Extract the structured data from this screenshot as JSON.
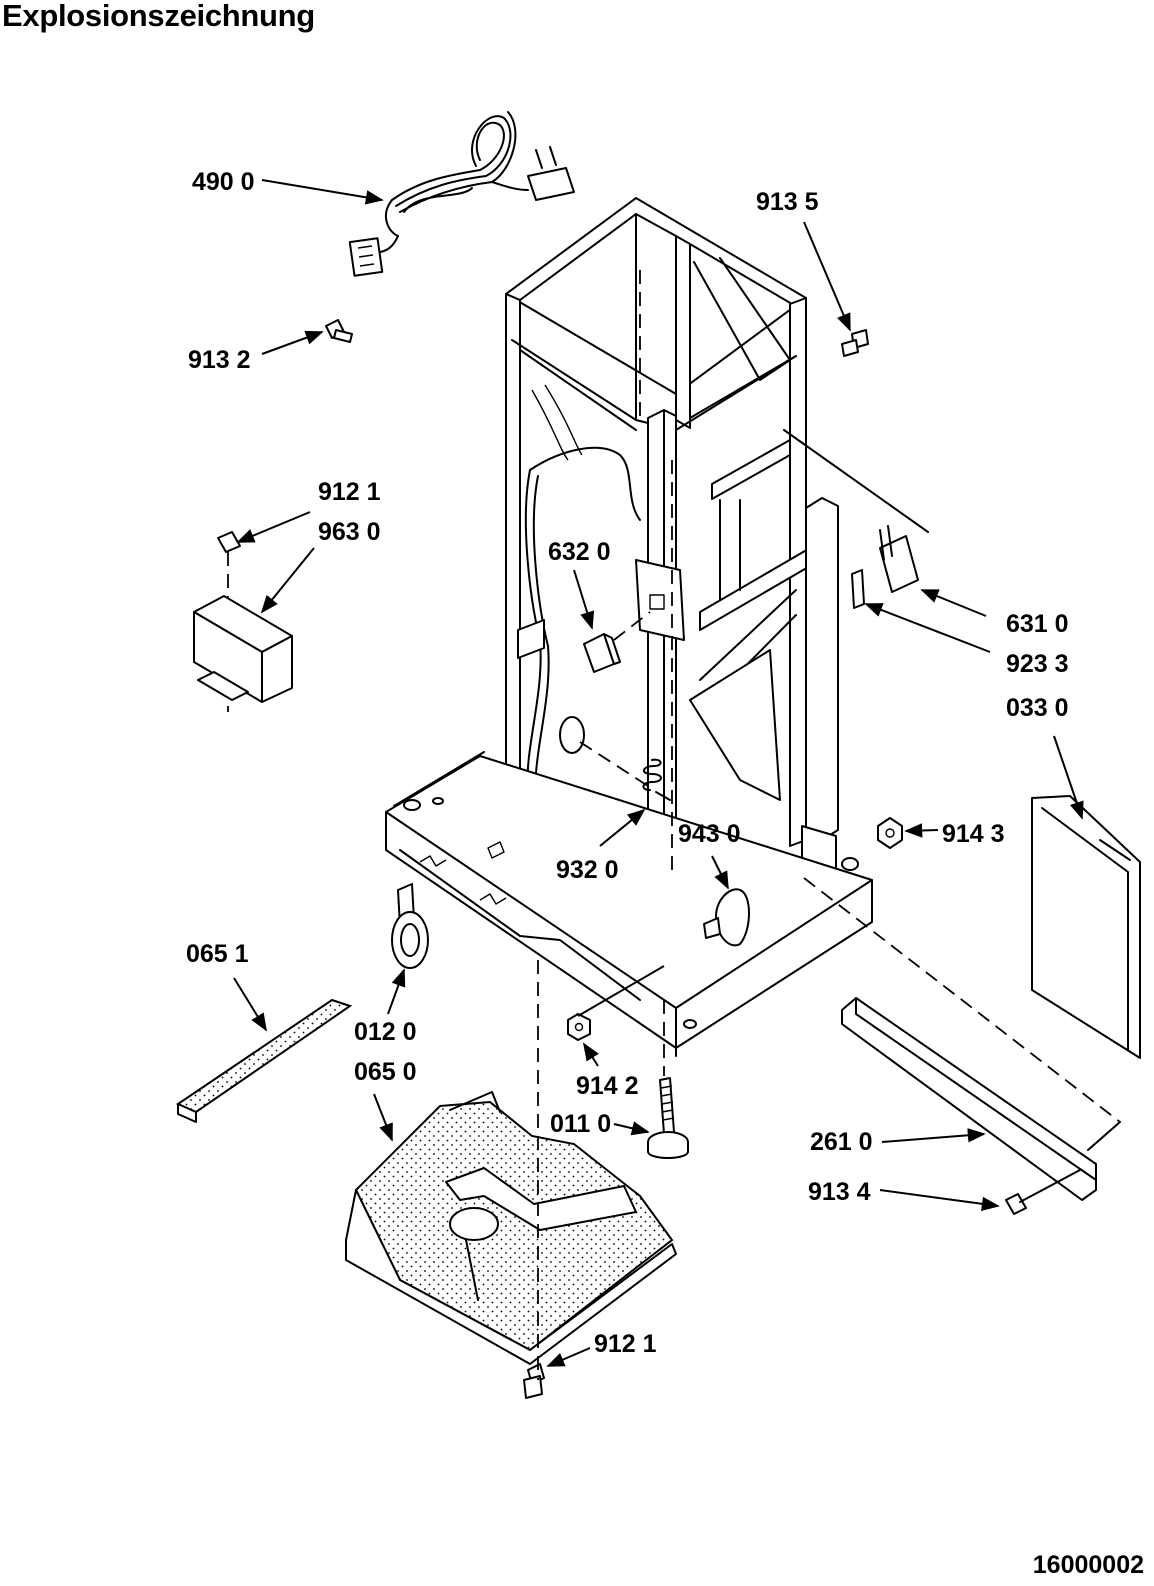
{
  "header": {
    "title": "Explosionszeichnung"
  },
  "footer": {
    "drawing_number": "16000002"
  },
  "parts": {
    "p4900": "490 0",
    "p9135": "913 5",
    "p9132": "913 2",
    "p9121a": "912 1",
    "p9630": "963 0",
    "p6320": "632 0",
    "p6310": "631 0",
    "p9233": "923 3",
    "p0330": "033 0",
    "p9143": "914 3",
    "p9430": "943 0",
    "p9320": "932 0",
    "p0651": "065 1",
    "p0120": "012 0",
    "p0650": "065 0",
    "p9142": "914 2",
    "p0110": "011 0",
    "p2610": "261 0",
    "p9134": "913 4",
    "p9121b": "912 1"
  }
}
